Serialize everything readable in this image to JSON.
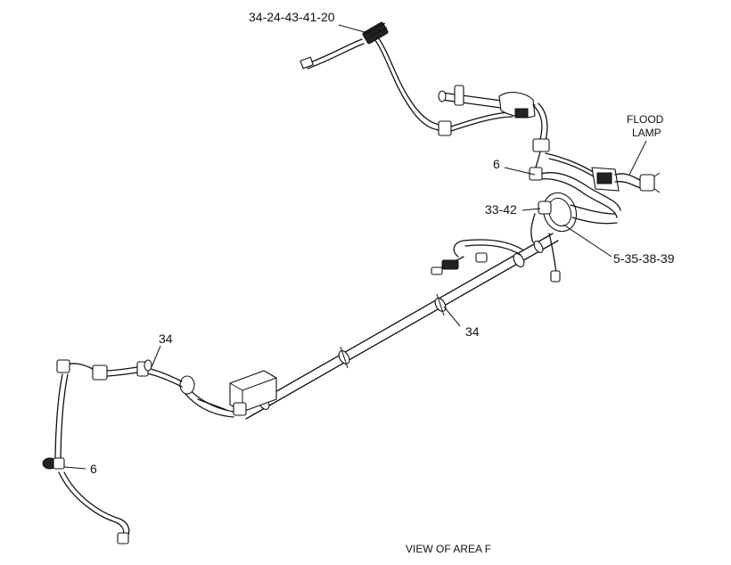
{
  "labels": {
    "part_34_24_43_41_20": "34-24-43-41-20",
    "flood_line1": "FLOOD",
    "flood_line2": "LAMP",
    "part_6_upper": "6",
    "part_33_42": "33-42",
    "part_5_35_38_39": "5-35-38-39",
    "part_34_middle": "34",
    "part_34_left": "34",
    "part_6_lower": "6"
  },
  "caption": "VIEW OF AREA F"
}
